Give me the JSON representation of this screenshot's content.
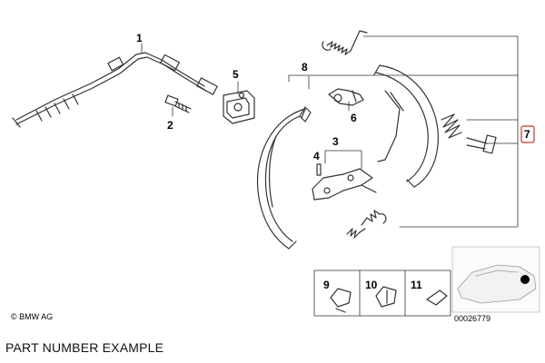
{
  "callouts": {
    "c1": "1",
    "c2": "2",
    "c3": "3",
    "c4": "4",
    "c5": "5",
    "c6": "6",
    "c7": "7",
    "c8": "8",
    "c9": "9",
    "c10": "10",
    "c11": "11"
  },
  "copyright": "© BMW AG",
  "part_number": "00026779",
  "caption": "PART NUMBER EXAMPLE",
  "colors": {
    "line": "#333333",
    "highlight": "#c0392b",
    "car_fill": "#f2f2f2"
  },
  "icons": [
    "parking-brake-cable",
    "cable-bracket",
    "bolt",
    "brake-shoe",
    "spring",
    "adjuster",
    "retaining-pin",
    "car-silhouette"
  ]
}
